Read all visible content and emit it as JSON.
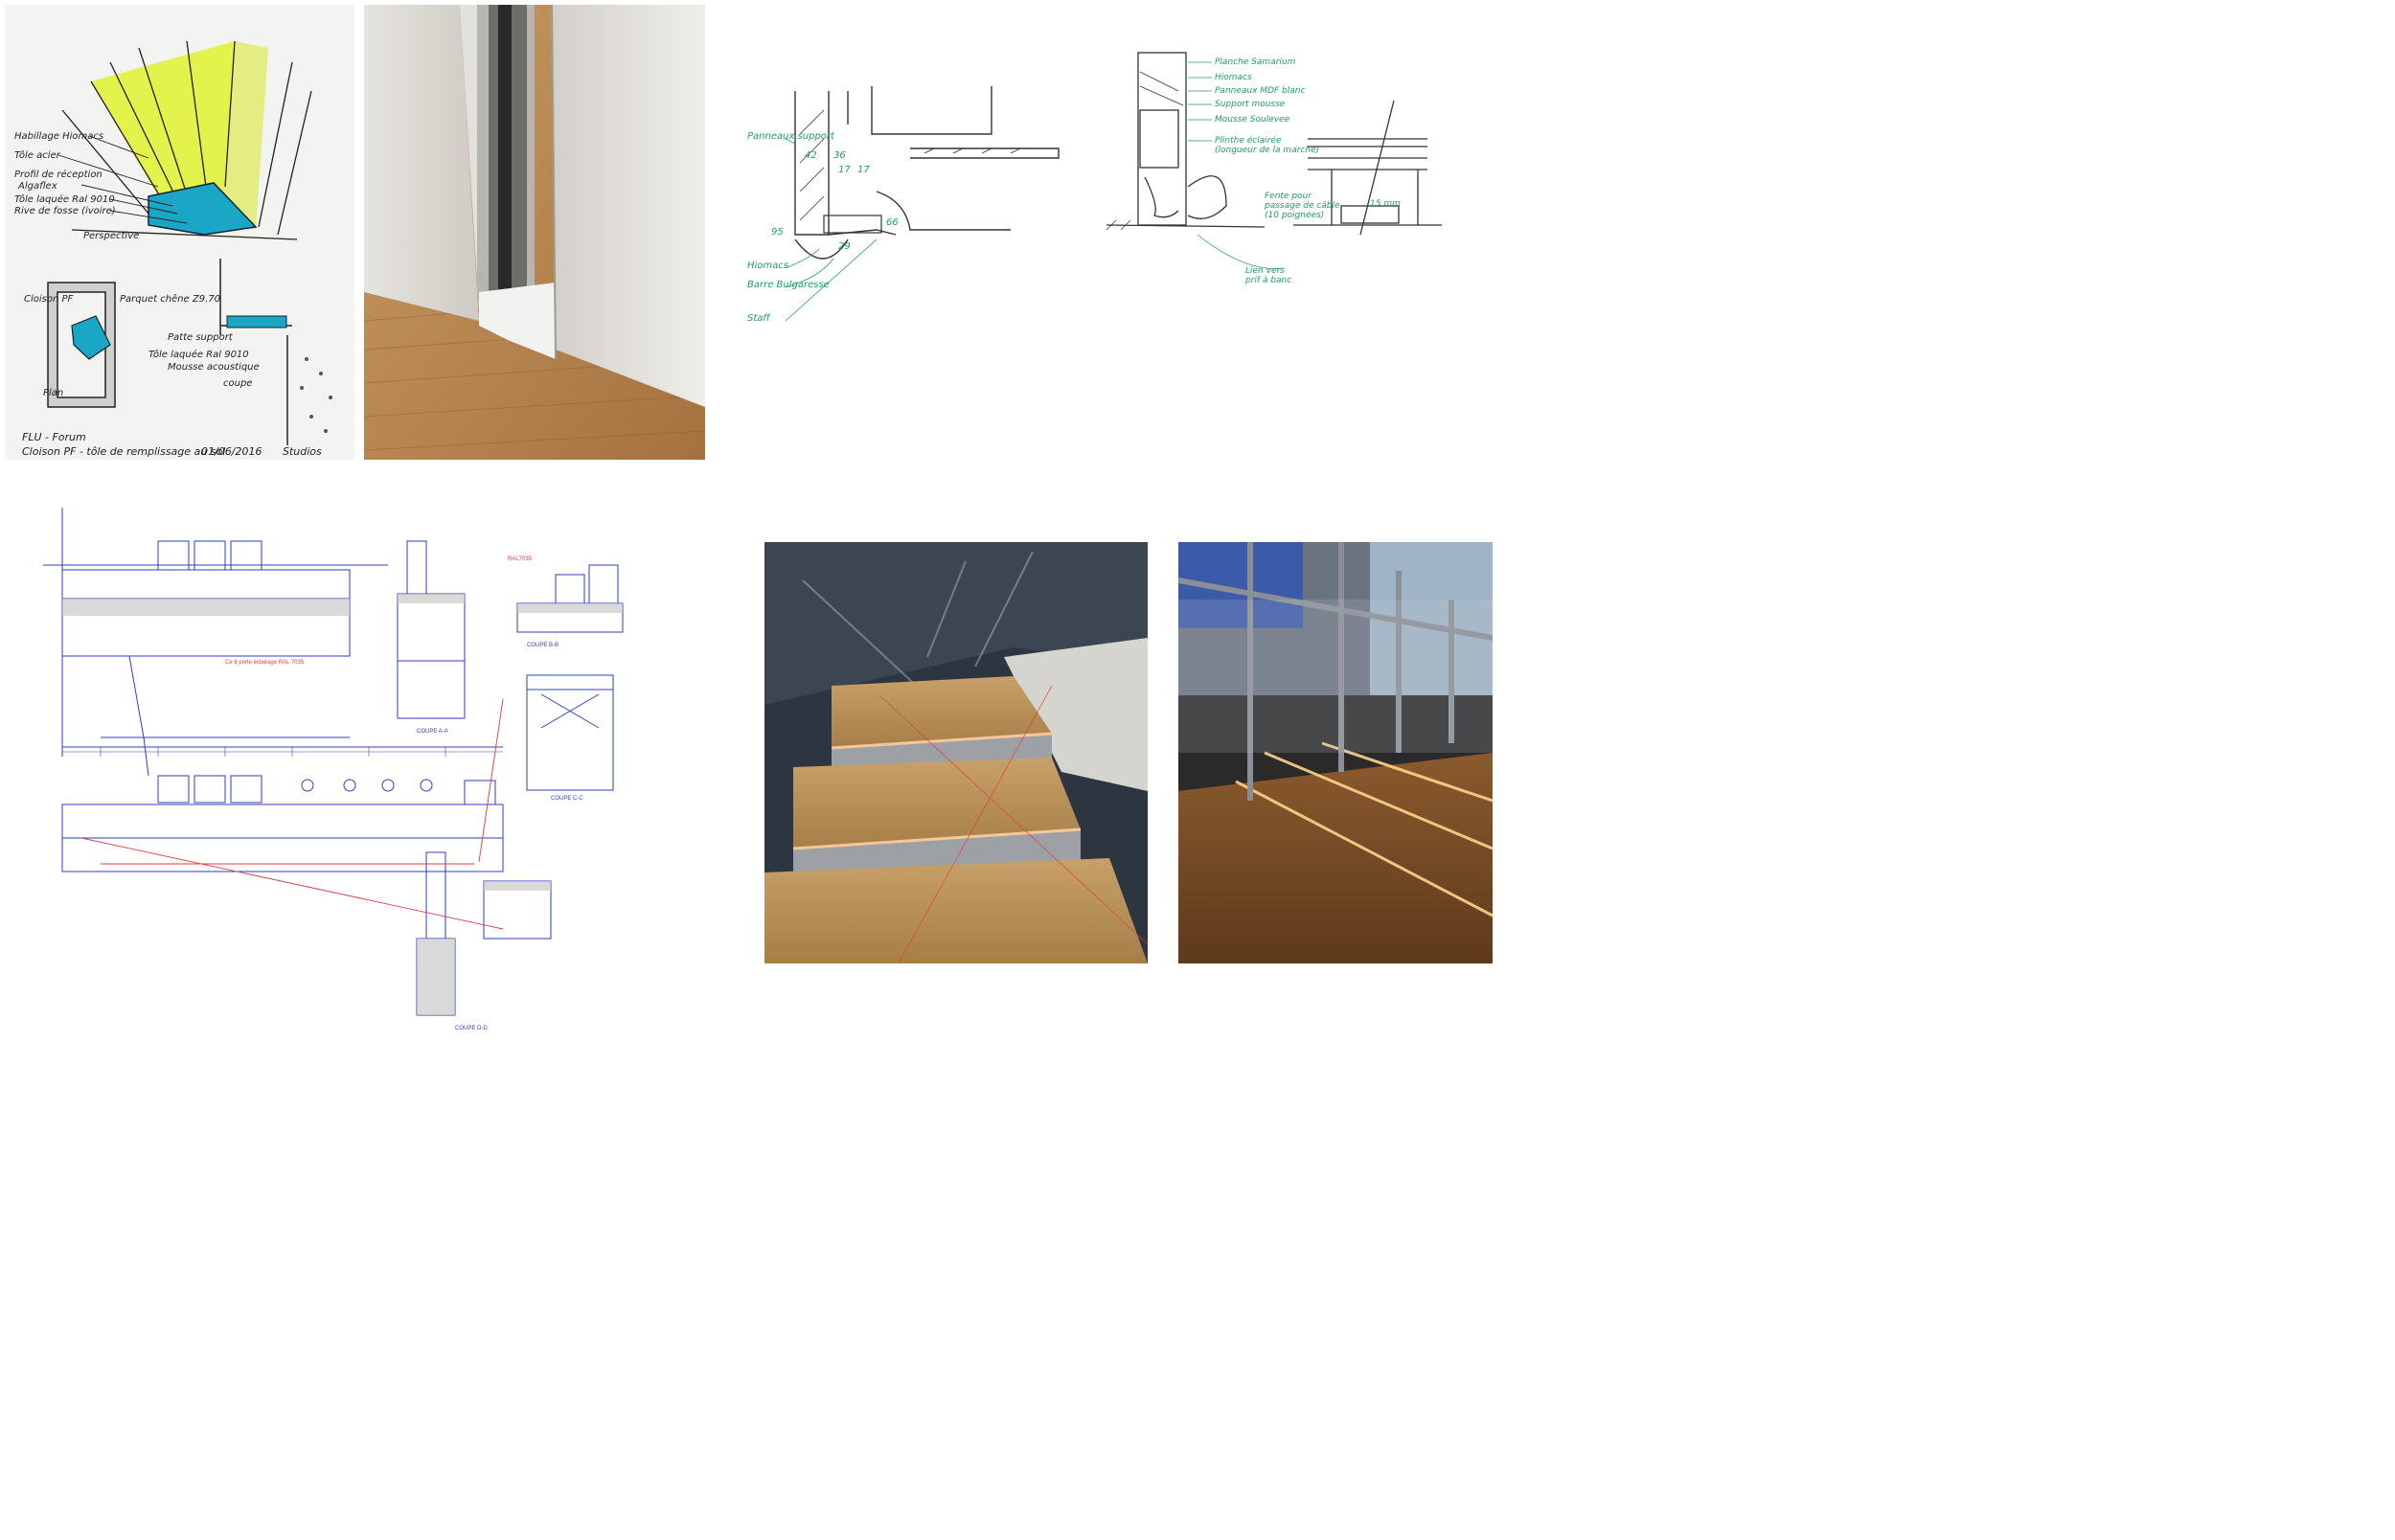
{
  "sketch1": {
    "annotations": [
      "Habillage Hiomacs",
      "Tôle acier",
      "Profil de réception",
      "Algaflex",
      "Tôle laquée Ral 9010",
      "Rive de fosse (ivoire)",
      "Perspective"
    ],
    "plan_labels": [
      "Cloison PF",
      "Parquet chêne Z9.70",
      "Patte support",
      "Tôle laquée Ral 9010",
      "Mousse acoustique",
      "coupe",
      "Plan"
    ],
    "footer": [
      "FLU - Forum",
      "Cloison PF - tôle de remplissage au sol",
      "01/06/2016",
      "Studios"
    ]
  },
  "sketch2": {
    "labels": [
      "Panneaux support",
      "Hiomacs",
      "Barre Bulgaresse",
      "Staff",
      "42",
      "36",
      "17",
      "17",
      "95",
      "29",
      "66"
    ]
  },
  "sketch3": {
    "labels": [
      "Planche Samarium",
      "Hiomacs",
      "Panneaux MDF blanc",
      "Support mousse",
      "Mousse Soulevee",
      "Plinthe éclairée",
      "(longueur de la marche)",
      "Fente pour",
      "passage de câble",
      "(10 poignées)",
      "Lien vers",
      "prif à banc",
      "15 mm"
    ]
  },
  "cad": {
    "red_tags": [
      "Ce 8 porte éclairage RAL 7035",
      "RAL7035"
    ],
    "section_labels": [
      "COUPE A-A",
      "COUPE B-B",
      "COUPE C-C",
      "COUPE D-D"
    ]
  },
  "colors": {
    "sketch_yellow": "#e2f23a",
    "sketch_cyan": "#1aa7c6",
    "ink_green": "#1f9a6b",
    "cad_blue": "#2b3fc2",
    "cad_red": "#e23b3b",
    "wood": "#b98a55"
  }
}
